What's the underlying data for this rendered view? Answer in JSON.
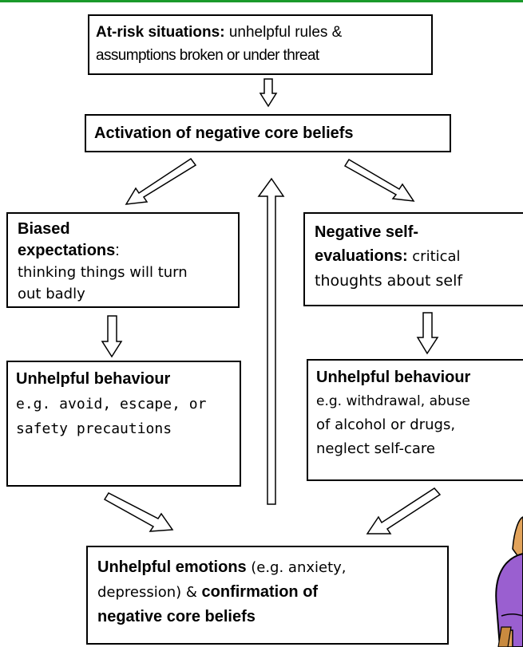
{
  "colors": {
    "top_line": "#1a9a2a",
    "box_border": "#000000",
    "arrow_stroke": "#000000",
    "character_body": "#9a5fd0"
  },
  "boxes": {
    "at_risk": {
      "title": "At-risk situations:",
      "text_line1": "unhelpful rules &",
      "text_line2": "assumptions broken or under threat"
    },
    "activation": {
      "title": "Activation of negative core beliefs"
    },
    "biased": {
      "title_line1": "Biased",
      "title_line2": "expectations",
      "colon": ":",
      "text_line1": "thinking things will turn",
      "text_line2": "out badly"
    },
    "negative_self": {
      "title_line1": "Negative self-",
      "title_line2": "evaluations:",
      "text_line1": "critical",
      "text_line2": "thoughts about self"
    },
    "behaviour_left": {
      "title": "Unhelpful behaviour",
      "text_line1": "e.g. avoid, escape, or",
      "text_line2": "safety precautions"
    },
    "behaviour_right": {
      "title": "Unhelpful behaviour",
      "text_line1": "e.g. withdrawal, abuse",
      "text_line2": "of alcohol or drugs,",
      "text_line3": "neglect self-care"
    },
    "emotions": {
      "title": "Unhelpful emotions",
      "text_a": "(e.g. anxiety,",
      "text_b": "depression) &",
      "title2_a": "confirmation of",
      "title2_b": "negative core beliefs"
    }
  },
  "icons": [
    "down-arrow-icon",
    "diagonal-arrow-icon",
    "up-arrow-icon",
    "cartoon-character-image"
  ]
}
